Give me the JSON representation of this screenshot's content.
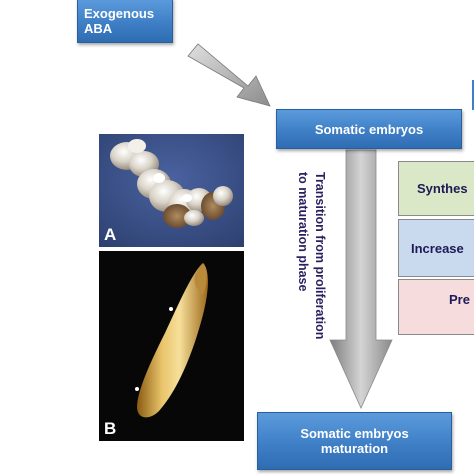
{
  "nodes": {
    "exogenous_aba": "Exogenous\nABA",
    "somatic_embryos": "Somatic embryos",
    "somatic_embryos_maturation": "Somatic embryos\nmaturation"
  },
  "transition_label_line1": "Transition from proliferation",
  "transition_label_line2": "to maturation phase",
  "effects": {
    "synthesis": "Synthes",
    "increase": "Increase",
    "prevention": "Pre"
  },
  "photos": {
    "a_label": "A",
    "b_label": "B"
  },
  "colors": {
    "box_blue": "#3f7fc6",
    "text_dark": "#2b1f5e",
    "green_box": "#dbe8c8",
    "blue_box": "#c9d9ee",
    "pink_box": "#f6dcdc",
    "arrow_gray": "#9c9c9c"
  }
}
